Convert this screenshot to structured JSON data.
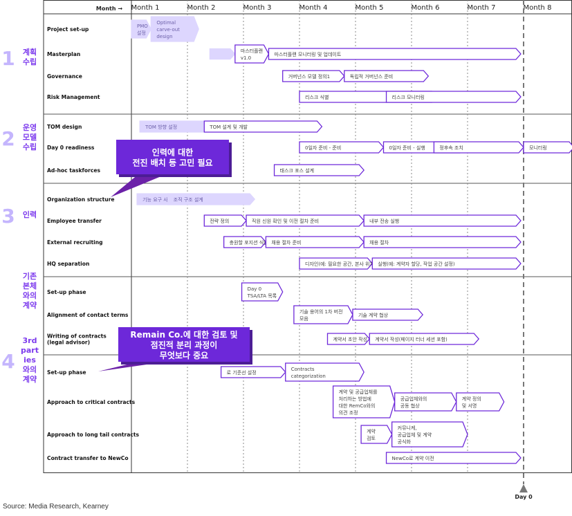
{
  "header": {
    "month_axis_label": "Month →",
    "months": [
      "Month 1",
      "Month 2",
      "Month 3",
      "Month 4",
      "Month 5",
      "Month 6",
      "Month 7",
      "Month 8"
    ]
  },
  "milestone": {
    "label": "Day 0"
  },
  "source": "Source: Media Research, Kearney",
  "colors": {
    "accent": "#6d28d9",
    "light": "#c4b5fd",
    "light_fill": "#ddd6fe",
    "callout": "#6d28d9",
    "group_label": "#a78bfa"
  },
  "groups": [
    {
      "number": "1",
      "lines": [
        "계획",
        "수립"
      ]
    },
    {
      "number": "2",
      "lines": [
        "운영",
        "모델",
        "수립"
      ]
    },
    {
      "number": "3",
      "lines": [
        "인력"
      ]
    },
    {
      "number": "",
      "lines": [
        "기존",
        "본체",
        "와의",
        "계약"
      ]
    },
    {
      "number": "4",
      "lines": [
        "3rd",
        "part",
        "ies",
        "와의",
        "계약"
      ]
    }
  ],
  "rows": [
    {
      "label": "Project set-up"
    },
    {
      "label": "Masterplan"
    },
    {
      "label": "Governance"
    },
    {
      "label": "Risk Management"
    },
    {
      "label": "TOM design"
    },
    {
      "label": "Day 0 readiness"
    },
    {
      "label": "Ad-hoc taskforces"
    },
    {
      "label": "Organization structure"
    },
    {
      "label": "Employee transfer"
    },
    {
      "label": "External recruiting"
    },
    {
      "label": "HQ separation"
    },
    {
      "label": "Set-up phase"
    },
    {
      "label": "Alignment of contact terms"
    },
    {
      "label": "Writing of contracts\n(legal advisor)"
    },
    {
      "label": "Set-up phase"
    },
    {
      "label": "Approach to critical contracts"
    },
    {
      "label": "Approach to long tail contracts"
    },
    {
      "label": "Contract transfer to NewCo"
    }
  ],
  "tasks": [
    {
      "row": 0,
      "start": 1.0,
      "end": 1.35,
      "text": "PMO\n설정",
      "style": "filled"
    },
    {
      "row": 0,
      "start": 1.35,
      "end": 2.2,
      "text": "Optimal\ncarve-out\ndesign",
      "style": "filled"
    },
    {
      "row": 1,
      "start": 2.4,
      "end": 2.85,
      "text": "",
      "style": "filled"
    },
    {
      "row": 1,
      "start": 2.85,
      "end": 3.45,
      "text": "마스터플랜\nv1.0",
      "style": "outline"
    },
    {
      "row": 1,
      "start": 3.45,
      "end": 7.95,
      "text": "마스터플랜 모니터링 및 업데이트",
      "style": "outline"
    },
    {
      "row": 2,
      "start": 3.7,
      "end": 4.8,
      "text": "거버넌스 모델 정의1",
      "style": "outline"
    },
    {
      "row": 2,
      "start": 4.8,
      "end": 6.3,
      "text": "독립적 거버넌스 준비",
      "style": "outline"
    },
    {
      "row": 3,
      "start": 4.0,
      "end": 6.45,
      "text": "리스크 식별",
      "style": "outline"
    },
    {
      "row": 3,
      "start": 5.55,
      "end": 7.95,
      "text": "리스크 모니터링",
      "style": "outline"
    },
    {
      "row": 4,
      "start": 1.15,
      "end": 2.85,
      "text": "TOM 방향 설정",
      "style": "filled"
    },
    {
      "row": 4,
      "start": 2.3,
      "end": 4.4,
      "text": "TOM 설계 및 개발",
      "style": "outline"
    },
    {
      "row": 5,
      "start": 4.0,
      "end": 5.5,
      "text": "0일자 준비 - 준비",
      "style": "outline"
    },
    {
      "row": 5,
      "start": 5.5,
      "end": 6.95,
      "text": "0일자 준비 - 실행",
      "style": "outline"
    },
    {
      "row": 5,
      "start": 6.4,
      "end": 8.0,
      "text": "정후속 조치",
      "style": "outline"
    },
    {
      "row": 5,
      "start": 8.0,
      "end": 8.9,
      "text": "모니터링",
      "style": "outline"
    },
    {
      "row": 6,
      "start": 3.55,
      "end": 5.15,
      "text": "태스크 포스 설계",
      "style": "outline"
    },
    {
      "row": 7,
      "start": 1.1,
      "end": 2.25,
      "text": "기능 요구 사항 식별",
      "style": "filled"
    },
    {
      "row": 7,
      "start": 1.65,
      "end": 3.2,
      "text": "조직 구조 설계",
      "style": "filled"
    },
    {
      "row": 8,
      "start": 2.3,
      "end": 3.05,
      "text": "전략 정의",
      "style": "outline"
    },
    {
      "row": 8,
      "start": 3.05,
      "end": 5.15,
      "text": "직원 신원 확인 및 이전 절차 준비",
      "style": "outline"
    },
    {
      "row": 8,
      "start": 5.15,
      "end": 7.95,
      "text": "내부 전송 실행",
      "style": "outline"
    },
    {
      "row": 9,
      "start": 2.65,
      "end": 3.4,
      "text": "충원할 포지션 식별",
      "style": "outline"
    },
    {
      "row": 9,
      "start": 3.4,
      "end": 5.15,
      "text": "채용 절차 준비",
      "style": "outline"
    },
    {
      "row": 9,
      "start": 5.15,
      "end": 7.95,
      "text": "채용 절차",
      "style": "outline"
    },
    {
      "row": 10,
      "start": 4.0,
      "end": 5.3,
      "text": "디자인(예: 필요한 공간, 본사 위치)",
      "style": "outline"
    },
    {
      "row": 10,
      "start": 5.3,
      "end": 7.95,
      "text": "실행(예: 계약자 할당, 작업 공간 설정)",
      "style": "outline"
    },
    {
      "row": 11,
      "start": 2.97,
      "end": 3.7,
      "text": "Day 0\nTSA/LTA 목록",
      "style": "outline"
    },
    {
      "row": 12,
      "start": 3.9,
      "end": 4.95,
      "text": "기술 용어의 1차 버전\n모음",
      "style": "outline"
    },
    {
      "row": 12,
      "start": 4.95,
      "end": 6.2,
      "text": "기술 계약 협상",
      "style": "outline"
    },
    {
      "row": 13,
      "start": 4.5,
      "end": 5.25,
      "text": "계약서 초안 작성",
      "style": "outline"
    },
    {
      "row": 13,
      "start": 5.25,
      "end": 7.2,
      "text": "계약서 작성(페이지 터너 세션 포함)",
      "style": "outline"
    },
    {
      "row": 14,
      "start": 2.6,
      "end": 3.75,
      "text": "로 기준선 설정",
      "style": "outline"
    },
    {
      "row": 14,
      "start": 3.75,
      "end": 5.15,
      "text": "Contracts\ncategorization",
      "style": "outline"
    },
    {
      "row": 15,
      "start": 4.6,
      "end": 5.7,
      "text": "계약 및 공급업체를\n처리하는 방법에\n대한 RemCo와의\n의견 조정",
      "style": "outline"
    },
    {
      "row": 15,
      "start": 5.7,
      "end": 6.8,
      "text": "공급업체와의\n공동 협상",
      "style": "outline"
    },
    {
      "row": 15,
      "start": 6.8,
      "end": 7.65,
      "text": "계약 정의\n및 서명",
      "style": "outline"
    },
    {
      "row": 16,
      "start": 5.1,
      "end": 5.65,
      "text": "계약\n검토",
      "style": "outline"
    },
    {
      "row": 16,
      "start": 5.65,
      "end": 7.0,
      "text": "커뮤니케,\n공급업체 및 계약\n공식화",
      "style": "outline"
    },
    {
      "row": 17,
      "start": 5.55,
      "end": 7.95,
      "text": "NewCo로 계약 이전",
      "style": "outline"
    }
  ],
  "callouts": [
    {
      "lines": [
        "인력에 대한",
        "전진 배치 등 고민 필요"
      ]
    },
    {
      "lines": [
        "Remain Co.에 대한 검토 및",
        "점진적 분리 과정이",
        "무엇보다 중요"
      ]
    }
  ]
}
